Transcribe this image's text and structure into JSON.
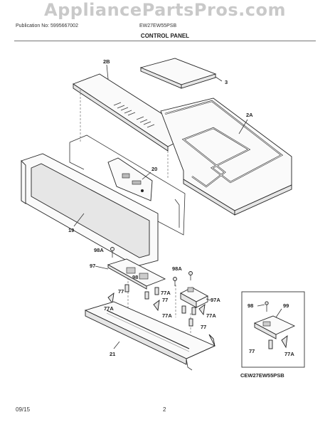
{
  "watermark": "AppliancePartsPros.com",
  "header": {
    "publication": "Publication No: 5995667002",
    "model": "EW27EW55PSB"
  },
  "title": "CONTROL PANEL",
  "labels": {
    "l3": "3",
    "l2B": "2B",
    "l2A": "2A",
    "l20": "20",
    "l19": "19",
    "l98A_1": "98A",
    "l97": "97",
    "l98": "98",
    "l77_1": "77",
    "l77A_1": "77A",
    "l77A_2": "77A",
    "l98A_2": "98A",
    "l77_2": "77",
    "l97A": "97A",
    "l77A_3": "77A",
    "l77A_4": "77A",
    "l77_3": "77",
    "l21": "21",
    "inset_98": "98",
    "inset_99": "99",
    "inset_77": "77",
    "inset_77A": "77A"
  },
  "inset_caption": "CEW27EW55PSB",
  "footer": {
    "date": "09/15",
    "page": "2"
  }
}
